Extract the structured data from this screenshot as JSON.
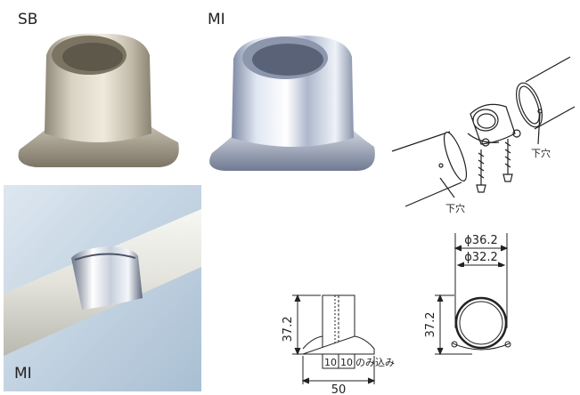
{
  "product_labels": {
    "top_left": "SB",
    "top_middle": "MI",
    "bottom_left": "MI"
  },
  "exploded_view": {
    "hole_label_left": "下穴",
    "hole_label_right": "下穴"
  },
  "front_view": {
    "height": "37.2",
    "width": "50",
    "inset_left": "10",
    "inset_right": "10",
    "inset_note": "のみ込み"
  },
  "side_view": {
    "outer_diameter": "ϕ36.2",
    "inner_diameter": "ϕ32.2",
    "height": "37.2"
  },
  "colors": {
    "sb_finish": "#cfc8b6",
    "mi_finish": "#c9d3e6",
    "photo_bg": "#b9ccdd",
    "pipe": "#ecece6"
  }
}
